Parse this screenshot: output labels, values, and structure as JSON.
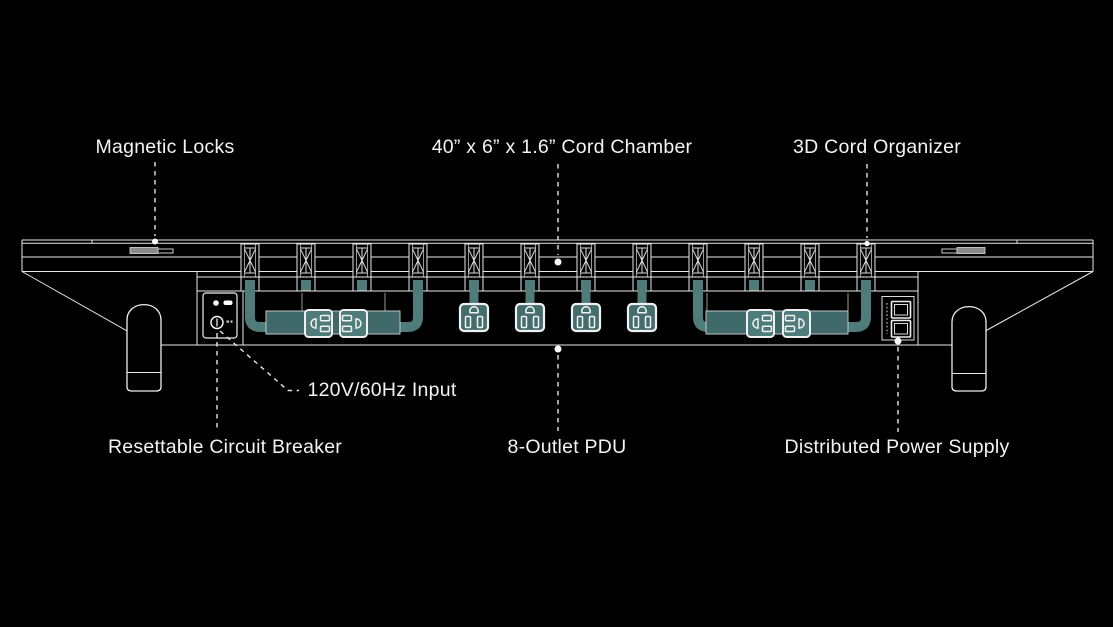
{
  "diagram": {
    "subject": "desk-underside-cord-management-diagram",
    "callouts": {
      "magnetic_locks": "Magnetic Locks",
      "cord_chamber": "40” x 6” x 1.6” Cord Chamber",
      "cord_organizer": "3D Cord Organizer",
      "power_input": "120V/60Hz Input",
      "circuit_breaker": "Resettable Circuit Breaker",
      "pdu": "8-Outlet PDU",
      "power_supply": "Distributed Power Supply"
    }
  },
  "colors": {
    "background": "#000000",
    "line": "#e9e9e9",
    "label_text": "#f3f3f3",
    "cable_teal": "#4f7b7a",
    "band_teal": "#40696a",
    "outlet_teal": "#4e7c7b",
    "plug_teal": "#436c6c",
    "metal_gray": "#8a8a8a"
  }
}
